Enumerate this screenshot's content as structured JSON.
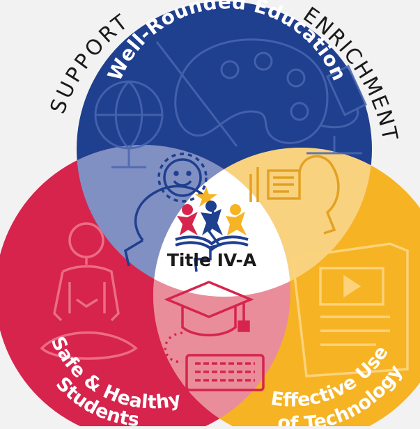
{
  "colors": {
    "background": "#f2f2f2",
    "top_circle": "#1f3f8f",
    "left_circle": "#d6244d",
    "right_circle": "#f6b324",
    "overlap_top_left": "#8090c3",
    "overlap_top_right": "#f9d27f",
    "overlap_left_right": "#e98d9a",
    "center": "#ffffff",
    "text_white": "#ffffff",
    "text_dark": "#1a1a1a"
  },
  "diagram": {
    "outer_left": "SUPPORT",
    "outer_right": "ENRICHMENT",
    "top_label": "Well-Rounded Education",
    "left_label_line1": "Safe & Healthy",
    "left_label_line2": "Students",
    "right_label_line1": "Effective Use",
    "right_label_line2": "of Technology",
    "center_label": "Title IV-A"
  },
  "icons": [
    "palette-icon",
    "globe-icon",
    "microscope-icon",
    "head-sun-icon",
    "head-headphones-icon",
    "yoga-person-icon",
    "graduation-cap-icon",
    "keyboard-icon",
    "video-player-icon",
    "title-iv-a-logo-icon"
  ]
}
